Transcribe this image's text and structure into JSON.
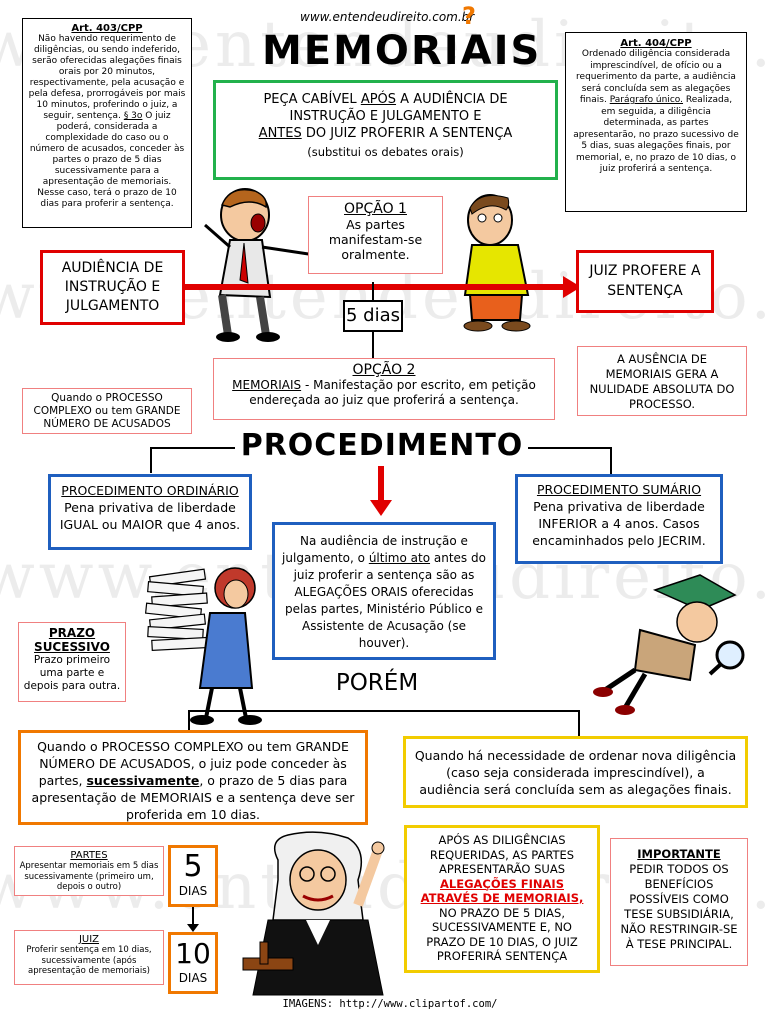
{
  "site": "www.entendeudireito.com.br",
  "title": "MEMORIAIS",
  "art403": {
    "title": "Art. 403/CPP",
    "body": "Não havendo requerimento de diligências, ou sendo indeferido, serão oferecidas alegações finais orais por 20 minutos, respectivamente, pela acusação e pela defesa, prorrogáveis por mais 10 minutos, proferindo o juiz, a seguir, sentença.",
    "par_label": "§ 3o",
    "par_body": " O juiz poderá, considerada a complexidade do caso ou o número de acusados, conceder às partes o prazo de 5 dias sucessivamente para a apresentação de memoriais. Nesse caso, terá o prazo de 10 dias para proferir a sentença."
  },
  "art404": {
    "title": "Art. 404/CPP",
    "body": "Ordenado diligência considerada imprescindível, de ofício ou a requerimento da parte, a audiência será concluída sem as alegações finais.",
    "par_label": "Parágrafo único.",
    "par_body": " Realizada, em seguida, a diligência determinada, as partes apresentarão, no prazo sucessivo de 5 dias, suas alegações finais, por memorial, e, no prazo de 10 dias, o juiz proferirá a sentença."
  },
  "green_box": {
    "line1_a": "PEÇA CABÍVEL ",
    "line1_b": "APÓS",
    "line1_c": " A AUDIÊNCIA DE",
    "line2": "INSTRUÇÃO E JULGAMENTO E",
    "line3_a": "ANTES",
    "line3_b": " DO JUIZ PROFERIR A SENTENÇA",
    "line4": "(substitui os debates orais)"
  },
  "opcao1": {
    "title": "OPÇÃO 1",
    "text": "As partes manifestam-se oralmente."
  },
  "audiencia": "AUDIÊNCIA DE INSTRUÇÃO E JULGAMENTO",
  "juiz_profere": "JUIZ PROFERE A SENTENÇA",
  "cinco_dias": "5 dias",
  "opcao2": {
    "title": "OPÇÃO 2",
    "label": "MEMORIAIS",
    "text": " - Manifestação por escrito, em petição endereçada ao juiz que proferirá a sentença."
  },
  "quando_complexo": "Quando o PROCESSO COMPLEXO ou tem GRANDE NÚMERO DE ACUSADOS",
  "nulidade": "A AUSÊNCIA DE MEMORIAIS GERA A NULIDADE ABSOLUTA DO PROCESSO.",
  "procedimento": "PROCEDIMENTO",
  "ordinario": {
    "title": "PROCEDIMENTO ORDINÁRIO",
    "text": "Pena privativa de liberdade IGUAL ou MAIOR que 4 anos."
  },
  "sumario": {
    "title": "PROCEDIMENTO SUMÁRIO",
    "text": "Pena privativa de liberdade INFERIOR a 4 anos. Casos encaminhados pelo JECRIM."
  },
  "center_box": {
    "a": "Na audiência de instrução e julgamento, o ",
    "b": "último ato",
    "c": " antes do juiz proferir a sentença são as ",
    "d": "ALEGAÇÕES ORAIS",
    "e": " oferecidas pelas partes, Ministério Público e Assistente de Acusação (se houver)."
  },
  "prazo": {
    "title": "PRAZO SUCESSIVO",
    "text": "Prazo primeiro uma parte e depois para outra."
  },
  "porem": "PORÉM",
  "orange_box": {
    "a": "Quando o PROCESSO COMPLEXO ou tem GRANDE NÚMERO DE ACUSADOS, o juiz pode conceder às partes, ",
    "b": "sucessivamente",
    "c": ", o prazo de 5 dias para apresentação de MEMORIAIS e a sentença deve ser proferida em 10 dias."
  },
  "diligencia": "Quando há necessidade de ordenar nova diligência (caso seja considerada imprescindível), a audiência será concluída sem as alegações finais.",
  "partes": {
    "title": "PARTES",
    "text": "Apresentar memoriais em 5 dias sucessivamente (primeiro um, depois o outro)"
  },
  "juiz": {
    "title": "JUIZ",
    "text": "Proferir sentença em 10 dias, sucessivamente (após apresentação de memoriais)"
  },
  "num5": "5",
  "num10": "10",
  "dias": "DIAS",
  "apos": {
    "a": "APÓS AS DILIGÊNCIAS REQUERIDAS, AS PARTES APRESENTARÃO SUAS",
    "b": "ALEGAÇÕES FINAIS ATRAVÉS DE MEMORIAIS,",
    "c": "NO PRAZO DE 5 DIAS, SUCESSIVAMENTE E, NO PRAZO DE 10 DIAS, O JUIZ PROFERIRÁ SENTENÇA"
  },
  "importante": {
    "title": "IMPORTANTE",
    "text": "PEDIR TODOS OS BENEFÍCIOS POSSÍVEIS COMO TESE SUBSIDIÁRIA, NÃO RESTRINGIR-SE À TESE PRINCIPAL."
  },
  "footer": "IMAGENS: http://www.clipartof.com/",
  "colors": {
    "red": "#e00000",
    "green": "#22b14c",
    "blue": "#1f5fbf",
    "orange": "#f07800",
    "yellow": "#f2cc00",
    "pink": "#f08080"
  }
}
